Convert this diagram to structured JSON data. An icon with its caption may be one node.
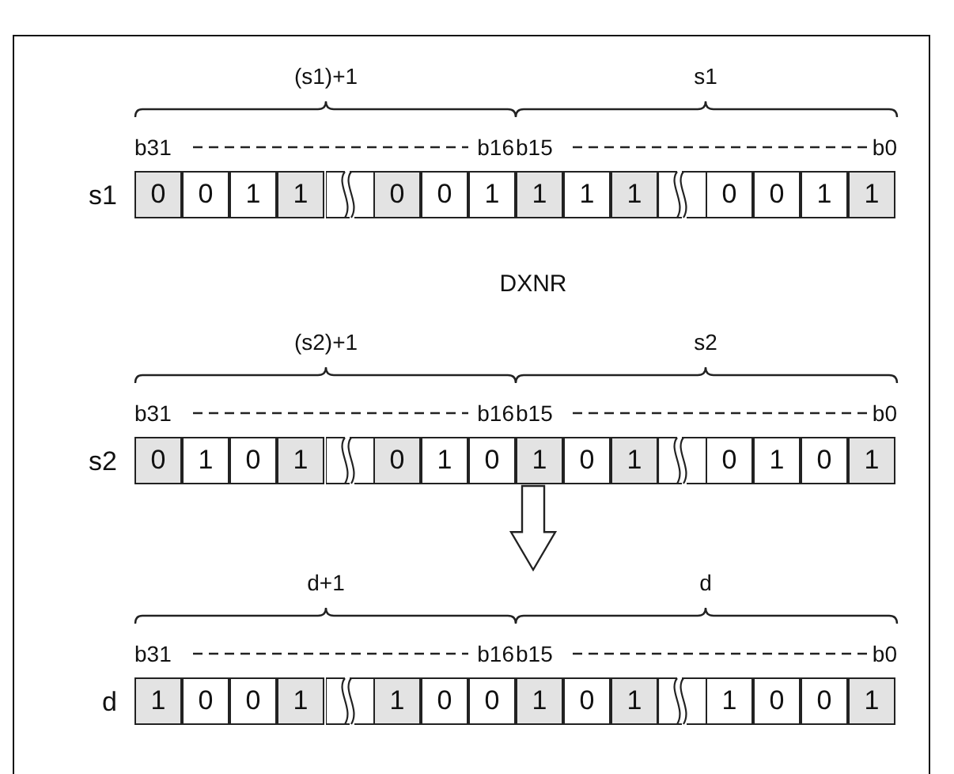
{
  "diagram": {
    "nodes": [
      {
        "text": [
          "s1"
        ]
      },
      {
        "text": [
          "0"
        ],
        "in": 0
      },
      {
        "text": [
          "0"
        ],
        "in": 0
      },
      {
        "text": [
          "1"
        ],
        "in": 0
      },
      {
        "text": [
          "1"
        ],
        "in": 0
      },
      {
        "text": [
          "0"
        ],
        "in": 0
      },
      {
        "text": [
          "0"
        ],
        "in": 0
      },
      {
        "text": [
          "1"
        ],
        "in": 0
      },
      {
        "text": [
          "1"
        ],
        "in": 0
      },
      {
        "text": [
          "1"
        ],
        "in": 0
      },
      {
        "text": [
          "1"
        ],
        "in": 0
      },
      {
        "text": [
          "0"
        ],
        "in": 0
      },
      {
        "text": [
          "0"
        ],
        "in": 0
      },
      {
        "text": [
          "1"
        ],
        "in": 0
      },
      {
        "text": [
          "1"
        ],
        "in": 0
      },
      {
        "text": [
          "s2"
        ]
      },
      {
        "text": [
          "0"
        ],
        "in": 15
      },
      {
        "text": [
          "1"
        ],
        "in": 15
      },
      {
        "text": [
          "0"
        ],
        "in": 15
      },
      {
        "text": [
          "1"
        ],
        "in": 15
      },
      {
        "text": [
          "0"
        ],
        "in": 15
      },
      {
        "text": [
          "1"
        ],
        "in": 15
      },
      {
        "text": [
          "0"
        ],
        "in": 15
      },
      {
        "text": [
          "1"
        ],
        "in": 15
      },
      {
        "text": [
          "0"
        ],
        "in": 15
      },
      {
        "text": [
          "1"
        ],
        "in": 15
      },
      {
        "text": [
          "0"
        ],
        "in": 15
      },
      {
        "text": [
          "1"
        ],
        "in": 15
      },
      {
        "text": [
          "0"
        ],
        "in": 15
      },
      {
        "text": [
          "1"
        ],
        "in": 15
      },
      {
        "text": [
          "d"
        ]
      },
      {
        "text": [
          "1"
        ],
        "in": 30
      },
      {
        "text": [
          "0"
        ],
        "in": 30
      },
      {
        "text": [
          "0"
        ],
        "in": 30
      },
      {
        "text": [
          "1"
        ],
        "in": 30
      },
      {
        "text": [
          "1"
        ],
        "in": 30
      },
      {
        "text": [
          "0"
        ],
        "in": 30
      },
      {
        "text": [
          "0"
        ],
        "in": 30
      },
      {
        "text": [
          "1"
        ],
        "in": 30
      },
      {
        "text": [
          "0"
        ],
        "in": 30
      },
      {
        "text": [
          "1"
        ],
        "in": 30
      },
      {
        "text": [
          "1"
        ],
        "in": 30
      },
      {
        "text": [
          "0"
        ],
        "in": 30
      },
      {
        "text": [
          "0"
        ],
        "in": 30
      },
      {
        "text": [
          "1"
        ],
        "in": 30
      }
    ],
    "edges": [
      {
        "from": 15,
        "to": 30,
        "arrow": "to"
      }
    ],
    "labels": [
      "(s1)+1",
      "s1",
      "b31",
      "b16",
      "b15",
      "b0",
      "DXNR",
      "(s2)+1",
      "s2",
      "b31",
      "b16",
      "b15",
      "b0",
      "d+1",
      "d",
      "b31",
      "b16",
      "b15",
      "b0"
    ]
  }
}
